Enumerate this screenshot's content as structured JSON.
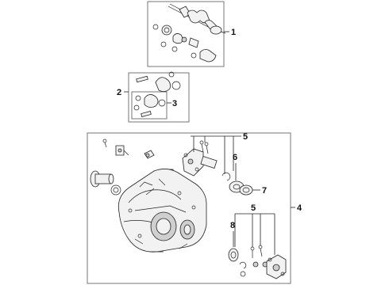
{
  "callouts": {
    "c1": "1",
    "c2": "2",
    "c3": "3",
    "c4": "4",
    "c5a": "5",
    "c5b": "5",
    "c6": "6",
    "c7": "7",
    "c8": "8"
  },
  "colors": {
    "line": "#222222",
    "box": "#555555",
    "background": "#ffffff"
  }
}
